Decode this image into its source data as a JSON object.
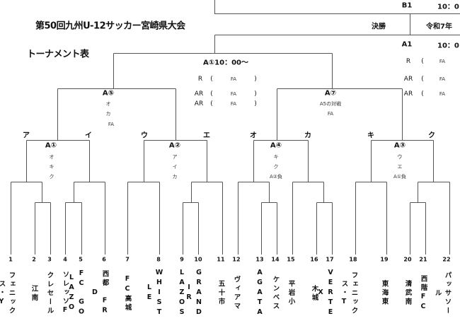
{
  "header": {
    "title": "第50回九州U-12サッカー宮崎県大会",
    "subtitle": "トーナメント表",
    "final_label": "決勝",
    "date_partial": "令和7年",
    "b1_label": "B1",
    "b1_time": "10：0",
    "a1_label": "A1",
    "a1_time": "10：0"
  },
  "right_officials": [
    {
      "role": "R",
      "open": "(",
      "name": "FA"
    },
    {
      "role": "AR",
      "open": "(",
      "name": "FA"
    },
    {
      "role": "AR",
      "open": "(",
      "name": "FA"
    }
  ],
  "semifinal": {
    "label": "A①10：00～",
    "officials": [
      {
        "role": "R",
        "open": "(",
        "name": "FA",
        "close": ")"
      },
      {
        "role": "AR",
        "open": "(",
        "name": "FA",
        "close": ")"
      },
      {
        "role": "AR",
        "open": "(",
        "name": "FA",
        "close": ")"
      }
    ]
  },
  "matches": {
    "a5": {
      "label": "A⑤",
      "lines": [
        "オ",
        "カ",
        "FA"
      ]
    },
    "a7": {
      "label": "A⑦",
      "lines": [
        "A5の対戦",
        "FA"
      ]
    },
    "a1": {
      "label": "A①",
      "lines": [
        "オ",
        "キ",
        "ク"
      ]
    },
    "a2": {
      "label": "A②",
      "lines": [
        "ア",
        "イ",
        "カ"
      ]
    },
    "a4": {
      "label": "A④",
      "lines": [
        "キ",
        "ク",
        "A②負"
      ]
    },
    "a3": {
      "label": "A③",
      "lines": [
        "ウ",
        "エ",
        "A①負"
      ]
    }
  },
  "block_letters": [
    "ア",
    "イ",
    "ウ",
    "エ",
    "オ",
    "カ",
    "キ",
    "ク"
  ],
  "teams": [
    {
      "no": "1",
      "cols": [
        "フェニック",
        "ス・Y"
      ]
    },
    {
      "no": "2",
      "cols": [
        "江南"
      ]
    },
    {
      "no": "3",
      "cols": [
        "クレセール"
      ]
    },
    {
      "no": "4",
      "cols": [
        "ソレッソF"
      ]
    },
    {
      "no": "5",
      "cols": [
        "FC　GO",
        "LAZO"
      ]
    },
    {
      "no": "6",
      "cols": [
        "西都　FR",
        "D"
      ]
    },
    {
      "no": "7",
      "cols": [
        "FC高城"
      ]
    },
    {
      "no": "8",
      "cols": [
        "WHIST",
        "LE"
      ]
    },
    {
      "no": "9",
      "cols": [
        "LAZOS"
      ]
    },
    {
      "no": "10",
      "cols": [
        "GRAND",
        "IR"
      ]
    },
    {
      "no": "11",
      "cols": [
        "五十市"
      ]
    },
    {
      "no": "12",
      "cols": [
        "ヴィアマ"
      ]
    },
    {
      "no": "13",
      "cols": [
        "AGATA"
      ]
    },
    {
      "no": "14",
      "cols": [
        "ケンベス"
      ]
    },
    {
      "no": "15",
      "cols": [
        "平岩小"
      ]
    },
    {
      "no": "16",
      "cols": [
        "木城"
      ]
    },
    {
      "no": "17",
      "cols": [
        "VERTE",
        "X"
      ]
    },
    {
      "no": "18",
      "cols": [
        "フェニック",
        "ス・T"
      ]
    },
    {
      "no": "19",
      "cols": [
        "東海東"
      ]
    },
    {
      "no": "20",
      "cols": [
        "清武南"
      ]
    },
    {
      "no": "21",
      "cols": [
        "西階FC"
      ]
    },
    {
      "no": "22",
      "cols": [
        "パッサソー",
        "ル"
      ]
    }
  ]
}
